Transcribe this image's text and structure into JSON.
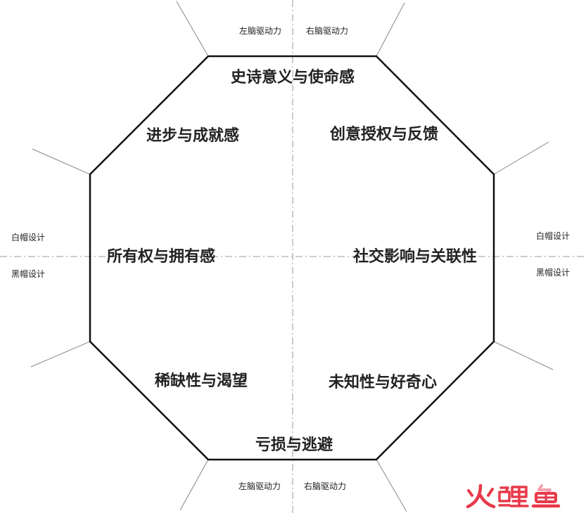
{
  "drives": {
    "top": "史诗意义与使命感",
    "top_left": "进步与成就感",
    "top_right": "创意授权与反馈",
    "left": "所有权与拥有感",
    "right": "社交影响与关联性",
    "bottom_left": "稀缺性与渴望",
    "bottom_right": "未知性与好奇心",
    "bottom": "亏损与逃避"
  },
  "axis_labels": {
    "top_left_brain": "左脑驱动力",
    "top_right_brain": "右脑驱动力",
    "bottom_left_brain": "左脑驱动力",
    "bottom_right_brain": "右脑驱动力",
    "left_white_hat": "白帽设计",
    "left_black_hat": "黑帽设计",
    "right_white_hat": "白帽设计",
    "right_black_hat": "黑帽设计"
  },
  "watermark": "火鲤鱼",
  "colors": {
    "octagon_stroke": "#111111",
    "divider": "#999999",
    "spokes": "#888888",
    "logo_red": "#e8394a",
    "logo_pink": "#f3a3b0"
  }
}
